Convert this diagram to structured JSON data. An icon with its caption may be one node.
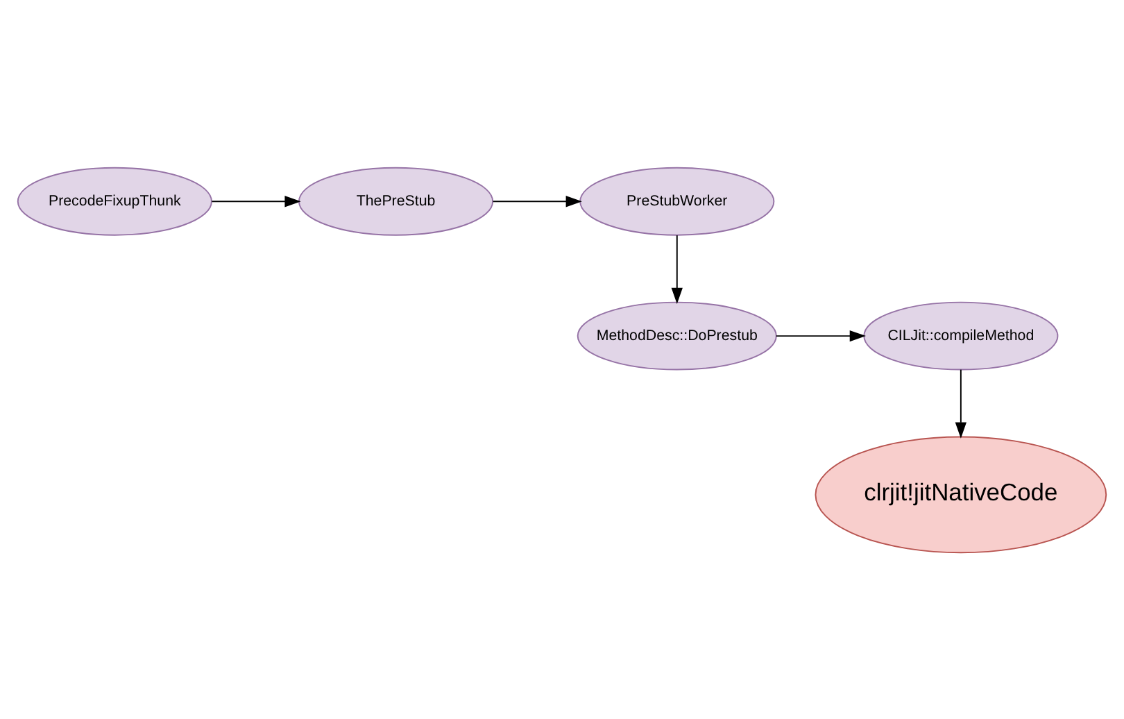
{
  "diagram": {
    "nodes": [
      {
        "text": [
          "PrecodeFixupThunk"
        ]
      },
      {
        "text": [
          "ThePreStub"
        ]
      },
      {
        "text": [
          "PreStubWorker"
        ]
      },
      {
        "text": [
          "CILJit::compileMethod"
        ]
      },
      {
        "text": [
          "MethodDesc::DoPrestub"
        ]
      },
      {
        "text": [
          "clrjit!jitNativeCode"
        ]
      }
    ],
    "edges": [
      {
        "from": 0,
        "to": 1,
        "arrow": "to"
      },
      {
        "from": 1,
        "to": 2,
        "arrow": "to"
      },
      {
        "from": 2,
        "to": 4,
        "arrow": "to"
      },
      {
        "from": 4,
        "to": 3,
        "arrow": "to"
      },
      {
        "from": 3,
        "to": 5,
        "arrow": "to"
      }
    ]
  }
}
